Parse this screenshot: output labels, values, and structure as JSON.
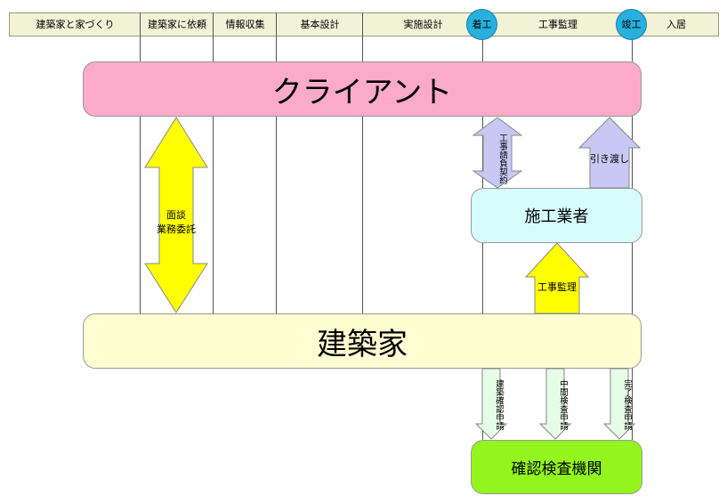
{
  "phases": [
    "建築家と家づくり",
    "建築家に依頼",
    "情報収集",
    "基本設計",
    "実施設計",
    "工事監理",
    "入居"
  ],
  "milestones": {
    "start": "着工",
    "complete": "竣工"
  },
  "nodes": {
    "client": "クライアント",
    "contractor": "施工業者",
    "architect": "建築家",
    "agency": "確認検査機関"
  },
  "arrows": {
    "interview": "面談\n業務委託",
    "construction_contract": "工事請負契約",
    "handover": "引き渡し",
    "supervision": "工事監理",
    "building_confirmation": "建築確認申請",
    "interim_inspection": "中間検査申請",
    "completion_inspection": "完了検査申請"
  },
  "colors": {
    "client": "#fbaac8",
    "contractor": "#d6fcfc",
    "architect": "#fffed2",
    "agency": "#93f41e",
    "yellow_arrow": "#ffff00",
    "lavender_arrow": "#c9c7f4",
    "green_arrow": "#e6fce6",
    "milestone": "#27b0dd"
  }
}
